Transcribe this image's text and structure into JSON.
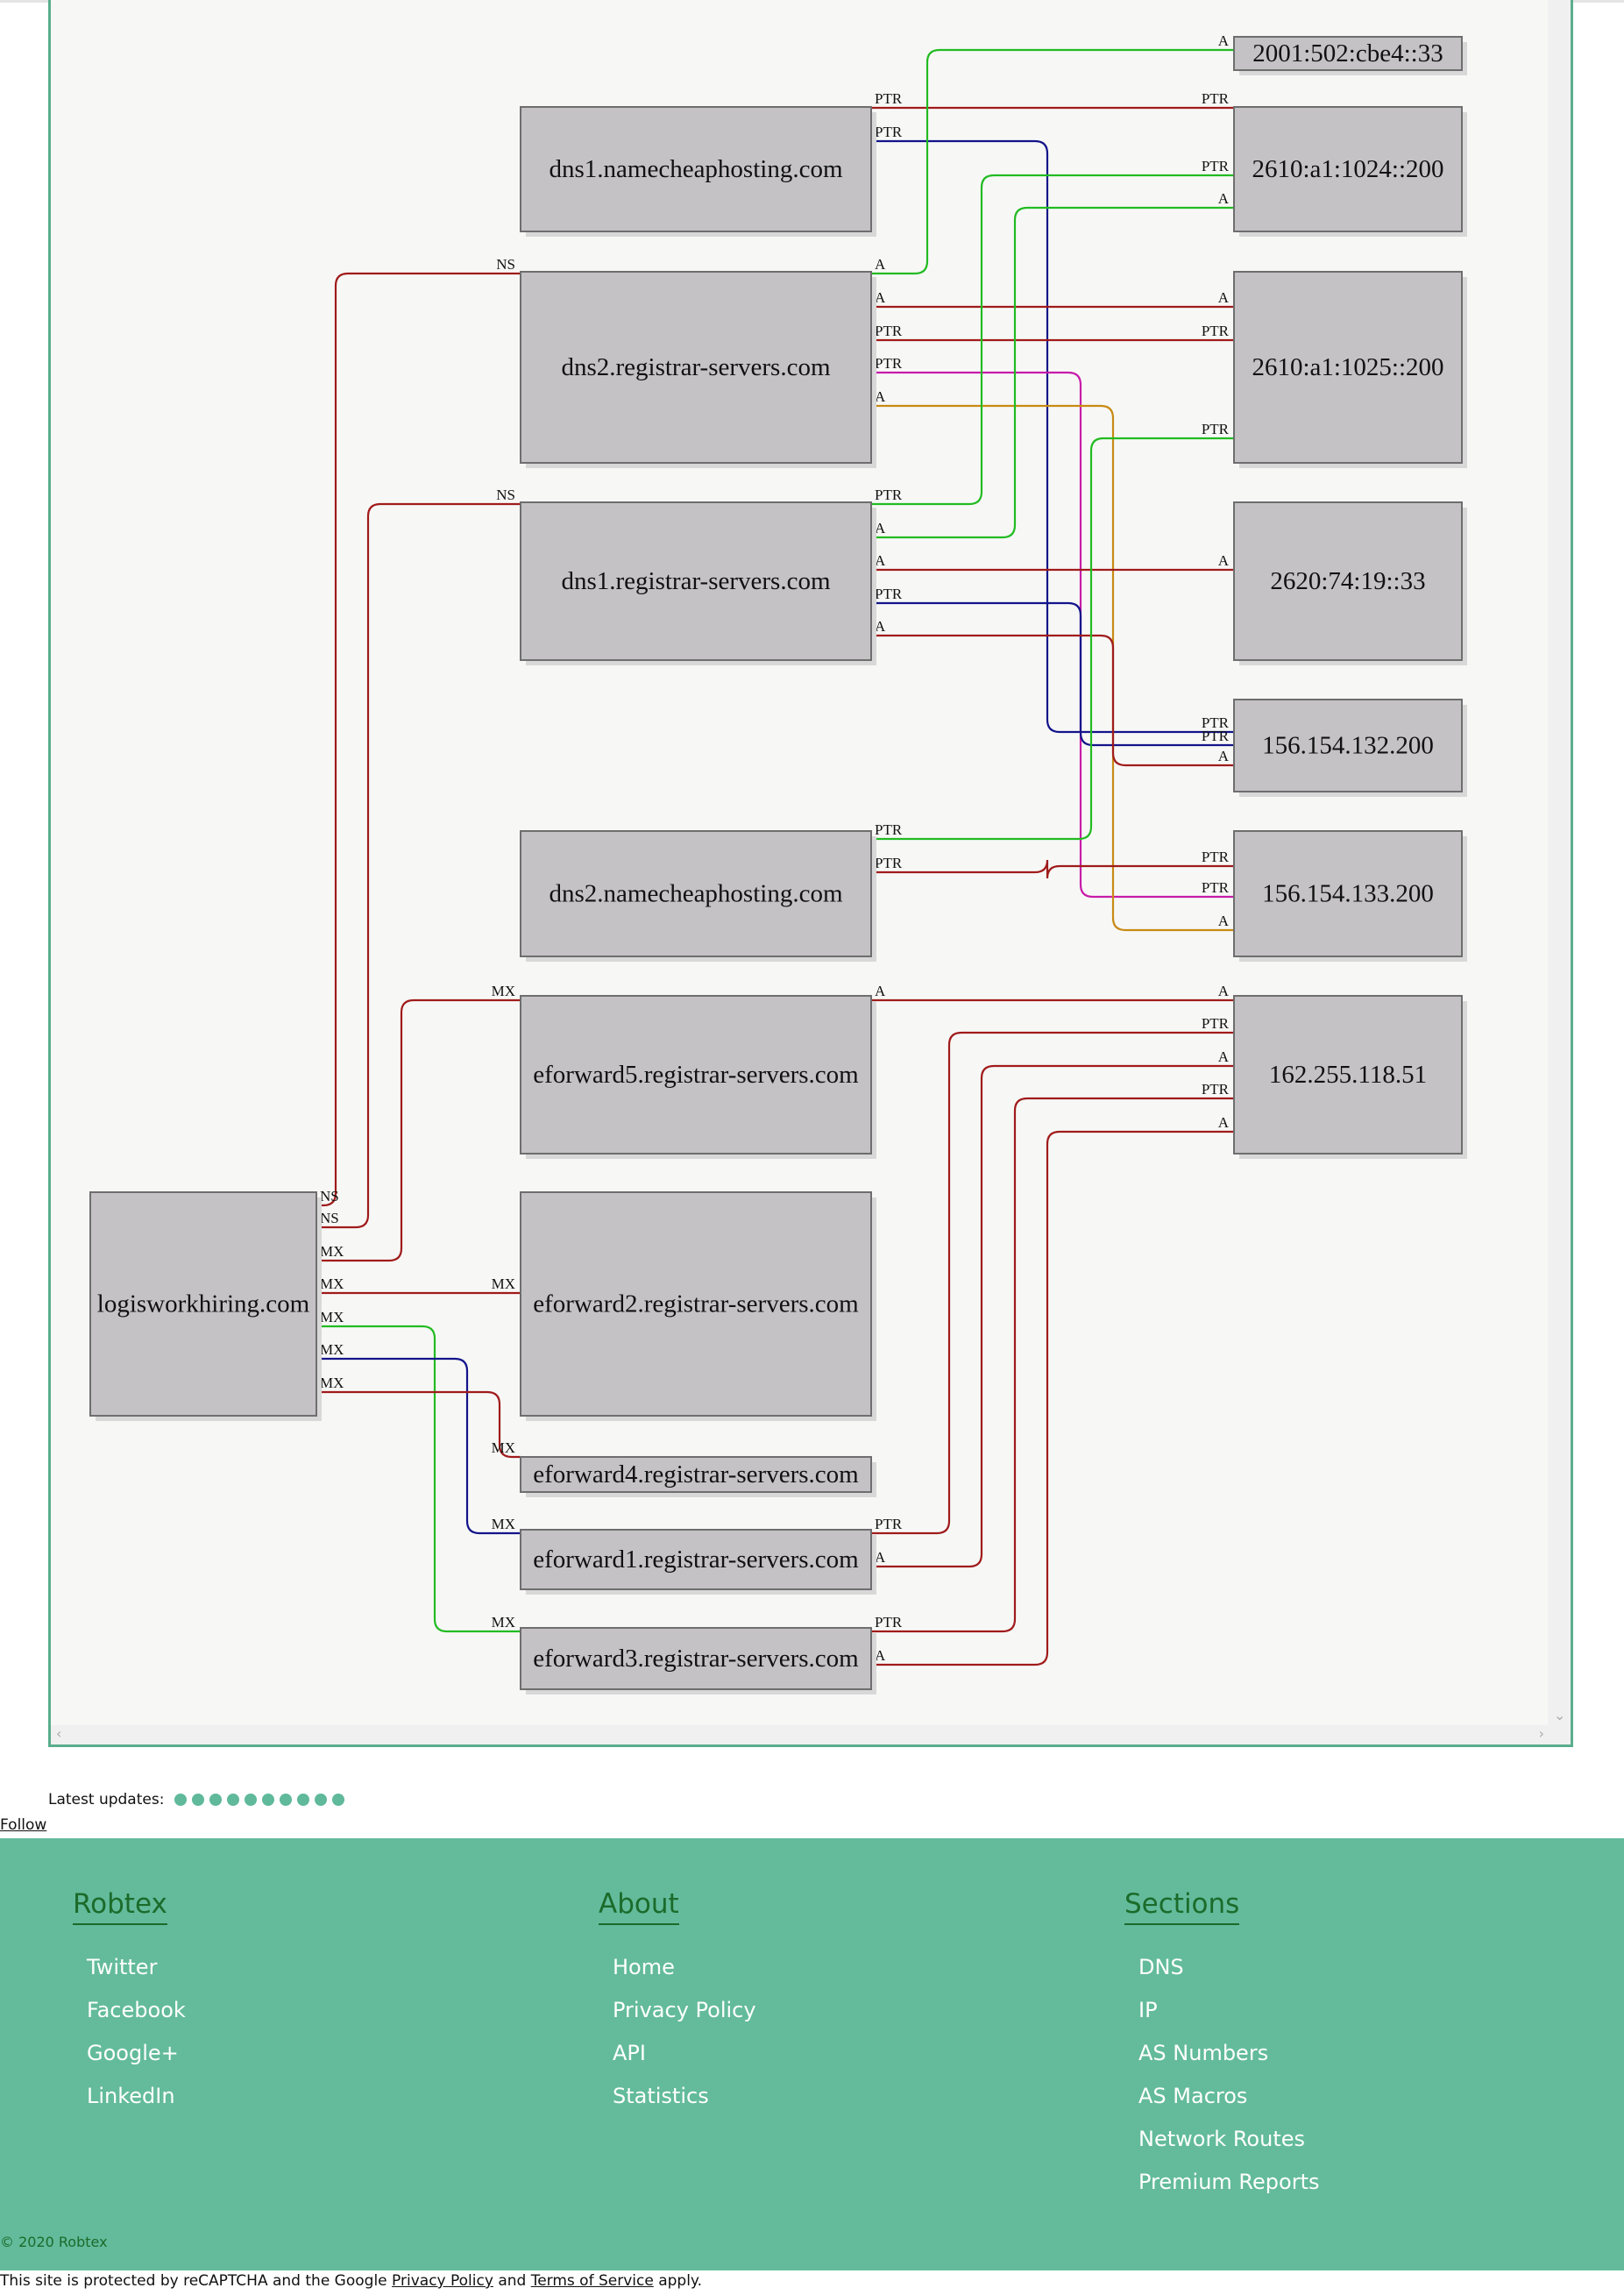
{
  "nodes": [
    {
      "id": "n2001",
      "label": "2001:502:cbe4::33"
    },
    {
      "id": "n2610_1024",
      "label": "2610:a1:1024::200"
    },
    {
      "id": "n2610_1025",
      "label": "2610:a1:1025::200"
    },
    {
      "id": "n2620",
      "label": "2620:74:19::33"
    },
    {
      "id": "n156_132",
      "label": "156.154.132.200"
    },
    {
      "id": "n156_133",
      "label": "156.154.133.200"
    },
    {
      "id": "n162",
      "label": "162.255.118.51"
    },
    {
      "id": "dns1nc",
      "label": "dns1.namecheaphosting.com"
    },
    {
      "id": "dns2rs",
      "label": "dns2.registrar-servers.com"
    },
    {
      "id": "dns1rs",
      "label": "dns1.registrar-servers.com"
    },
    {
      "id": "dns2nc",
      "label": "dns2.namecheaphosting.com"
    },
    {
      "id": "ef5",
      "label": "eforward5.registrar-servers.com"
    },
    {
      "id": "ef2",
      "label": "eforward2.registrar-servers.com"
    },
    {
      "id": "ef4",
      "label": "eforward4.registrar-servers.com"
    },
    {
      "id": "ef1",
      "label": "eforward1.registrar-servers.com"
    },
    {
      "id": "ef3",
      "label": "eforward3.registrar-servers.com"
    },
    {
      "id": "logis",
      "label": "logisworkhiring.com"
    }
  ],
  "edges": [
    {
      "from": "logis",
      "to": "dns2rs",
      "type": "NS",
      "color": "#a01b1b"
    },
    {
      "from": "logis",
      "to": "dns1rs",
      "type": "NS",
      "color": "#a01b1b"
    },
    {
      "from": "logis",
      "to": "ef5",
      "type": "MX",
      "color": "#a01b1b"
    },
    {
      "from": "logis",
      "to": "ef2",
      "type": "MX",
      "color": "#a01b1b"
    },
    {
      "from": "logis",
      "to": "ef3",
      "type": "MX",
      "color": "#22bb22"
    },
    {
      "from": "logis",
      "to": "ef1",
      "type": "MX",
      "color": "#13148a"
    },
    {
      "from": "logis",
      "to": "ef4",
      "type": "MX",
      "color": "#a01b1b"
    },
    {
      "from": "dns1nc",
      "to": "n2610_1024",
      "type": "PTR",
      "color": "#a01b1b"
    },
    {
      "from": "dns1nc",
      "to": "n156_132",
      "type": "PTR",
      "color": "#13148a"
    },
    {
      "from": "dns2rs",
      "to": "n2001",
      "type": "A",
      "color": "#22bb22"
    },
    {
      "from": "dns2rs",
      "to": "n2610_1025",
      "type": "A",
      "color": "#a01b1b"
    },
    {
      "from": "dns2rs",
      "to": "n2610_1025",
      "type": "PTR",
      "color": "#a01b1b"
    },
    {
      "from": "dns2rs",
      "to": "n156_133",
      "type": "PTR",
      "color": "#c71ba9"
    },
    {
      "from": "dns2rs",
      "to": "n156_133",
      "type": "A",
      "color": "#c88a14"
    },
    {
      "from": "dns1rs",
      "to": "n2610_1024",
      "type": "PTR",
      "color": "#22bb22"
    },
    {
      "from": "dns1rs",
      "to": "n2610_1024",
      "type": "A",
      "color": "#22bb22"
    },
    {
      "from": "dns1rs",
      "to": "n2620",
      "type": "A",
      "color": "#a01b1b"
    },
    {
      "from": "dns1rs",
      "to": "n156_132",
      "type": "PTR",
      "color": "#13148a"
    },
    {
      "from": "dns1rs",
      "to": "n156_132",
      "type": "A",
      "color": "#a01b1b"
    },
    {
      "from": "dns2nc",
      "to": "n2610_1025",
      "type": "PTR",
      "color": "#22bb22"
    },
    {
      "from": "dns2nc",
      "to": "n156_133",
      "type": "PTR",
      "color": "#a01b1b"
    },
    {
      "from": "ef5",
      "to": "n162",
      "type": "A",
      "color": "#a01b1b"
    },
    {
      "from": "ef1",
      "to": "n162",
      "type": "PTR",
      "color": "#a01b1b"
    },
    {
      "from": "ef1",
      "to": "n162",
      "type": "A",
      "color": "#a01b1b"
    },
    {
      "from": "ef3",
      "to": "n162",
      "type": "PTR",
      "color": "#a01b1b"
    },
    {
      "from": "ef3",
      "to": "n162",
      "type": "A",
      "color": "#a01b1b"
    }
  ],
  "updates": {
    "label": "Latest updates:",
    "dot_count": 10,
    "dot_color": "#5fb99a"
  },
  "follow_label": "Follow",
  "footer": {
    "bg_color": "#63bb9c",
    "columns": [
      {
        "title": "Robtex",
        "items": [
          "Twitter",
          "Facebook",
          "Google+",
          "LinkedIn"
        ]
      },
      {
        "title": "About",
        "items": [
          "Home",
          "Privacy Policy",
          "API",
          "Statistics"
        ]
      },
      {
        "title": "Sections",
        "items": [
          "DNS",
          "IP",
          "AS Numbers",
          "AS Macros",
          "Network Routes",
          "Premium Reports"
        ]
      }
    ],
    "copyright": "© 2020 Robtex"
  },
  "recaptcha": {
    "prefix": "This site is protected by reCAPTCHA and the Google",
    "privacy": "Privacy Policy",
    "and": "and",
    "terms": "Terms of Service",
    "suffix": "apply."
  }
}
